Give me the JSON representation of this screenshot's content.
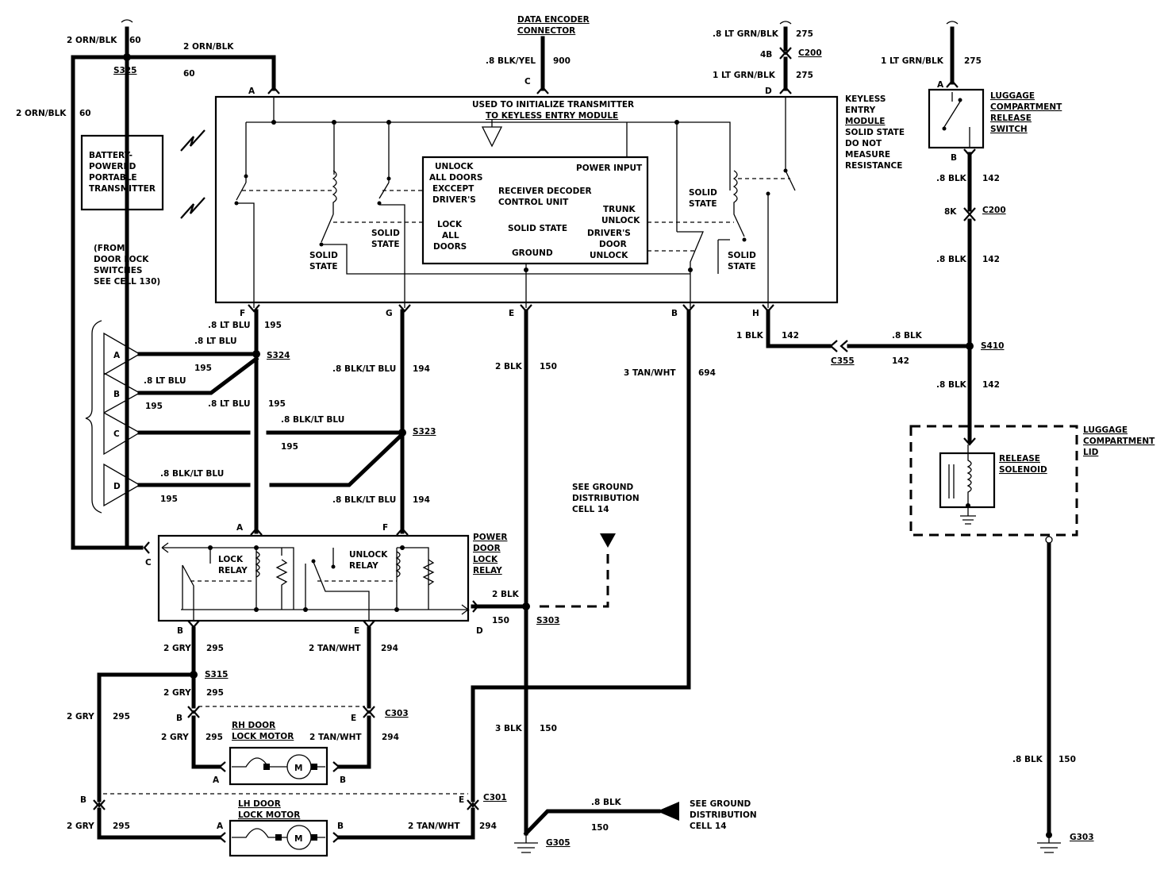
{
  "top": {
    "data_encoder": [
      "DATA ENCODER",
      "CONNECTOR"
    ],
    "orn_blk_top_left": "2 ORN/BLK",
    "orn_blk_top_right": "2 ORN/BLK",
    "orn_blk_side": "2 ORN/BLK",
    "circuit_60": "60",
    "s325": "S325",
    "blk_yel": ".8 BLK/YEL",
    "circuit_900": "900",
    "lt_grn_blk_8": ".8 LT GRN/BLK",
    "lt_grn_blk_1": "1 LT GRN/BLK",
    "circuit_275": "275",
    "c200": "C200",
    "c200_pin": "4B"
  },
  "module": {
    "title": "USED TO INITIALIZE TRANSMITTER",
    "title2": "TO KEYLESS ENTRY MODULE",
    "name": [
      "KEYLESS",
      "ENTRY",
      "MODULE"
    ],
    "note": [
      "SOLID STATE",
      "DO NOT",
      "MEASURE",
      "RESISTANCE"
    ],
    "receiver": [
      "RECEIVER  DECODER",
      "CONTROL UNIT"
    ],
    "power_input": "POWER INPUT",
    "unlock_all": [
      "UNLOCK",
      "ALL DOORS",
      "EXCCEPT",
      "DRIVER'S"
    ],
    "lock_all": [
      "LOCK",
      "ALL",
      "DOORS"
    ],
    "solid_state": "SOLID STATE",
    "ground": "GROUND",
    "trunk_unlock": [
      "TRUNK",
      "UNLOCK"
    ],
    "drivers_unlock": [
      "DRIVER'S",
      "DOOR",
      "UNLOCK"
    ],
    "solid": "SOLID",
    "state": "STATE",
    "pins": {
      "A": "A",
      "C": "C",
      "D": "D",
      "F": "F",
      "G": "G",
      "E": "E",
      "B": "B",
      "H": "H"
    }
  },
  "transmitter": [
    "BATTERY-",
    "POWERED",
    "PORTABLE",
    "TRANSMITTER"
  ],
  "from_switches": [
    "(FROM",
    "DOOR LOCK",
    "SWITCHES",
    "SEE CELL 130)"
  ],
  "switches": [
    "A",
    "B",
    "C",
    "D"
  ],
  "wires": {
    "lt_blu": ".8 LT BLU",
    "c195": "195",
    "blk_lt_blu": ".8 BLK/LT BLU",
    "c194": "194",
    "s324": "S324",
    "s323": "S323",
    "blk2": "2 BLK",
    "blk3": "3 BLK",
    "blk08": ".8 BLK",
    "blk1": "1 BLK",
    "c150": "150",
    "c142": "142",
    "tan_wht3": "3 TAN/WHT",
    "c694": "694",
    "tan_wht2": "2 TAN/WHT",
    "c294": "294",
    "gry2": "2 GRY",
    "c295": "295",
    "s303": "S303",
    "s315": "S315",
    "s410": "S410",
    "c355": "C355",
    "c303": "C303",
    "c301": "C301",
    "c8k": "8K",
    "g305": "G305",
    "g303": "G303"
  },
  "ground_dist": [
    "SEE GROUND",
    "DISTRIBUTION",
    "CELL 14"
  ],
  "relay": {
    "title": [
      "POWER",
      "DOOR",
      "LOCK",
      "RELAY"
    ],
    "lock": [
      "LOCK",
      "RELAY"
    ],
    "unlock": [
      "UNLOCK",
      "RELAY"
    ]
  },
  "motors": {
    "rh": [
      "RH DOOR",
      "LOCK MOTOR"
    ],
    "lh": [
      "LH DOOR",
      "LOCK MOTOR"
    ],
    "m": "M"
  },
  "luggage_switch": [
    "LUGGAGE",
    "COMPARTMENT",
    "RELEASE",
    "SWITCH"
  ],
  "luggage_lid": [
    "LUGGAGE",
    "COMPARTMENT",
    "LID"
  ],
  "solenoid": [
    "RELEASE",
    "SOLENOID"
  ]
}
